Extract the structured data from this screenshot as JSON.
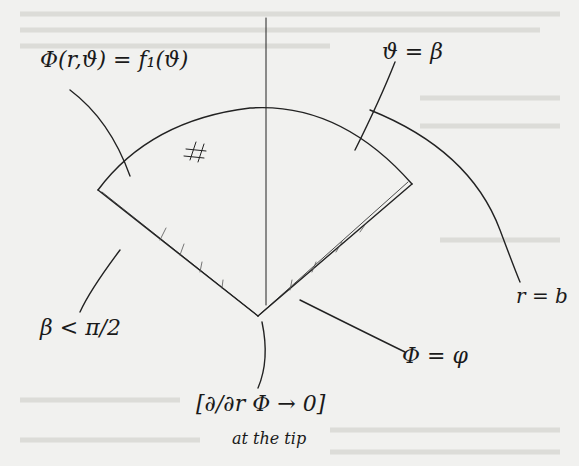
{
  "diagram": {
    "labels": [
      "Φ(r,ϑ) = f₁(ϑ)",
      "ϑ = β",
      "r = b",
      "β < π/2",
      "Φ = φ",
      "[∂/∂r Φ → 0]",
      "at the tip"
    ]
  }
}
